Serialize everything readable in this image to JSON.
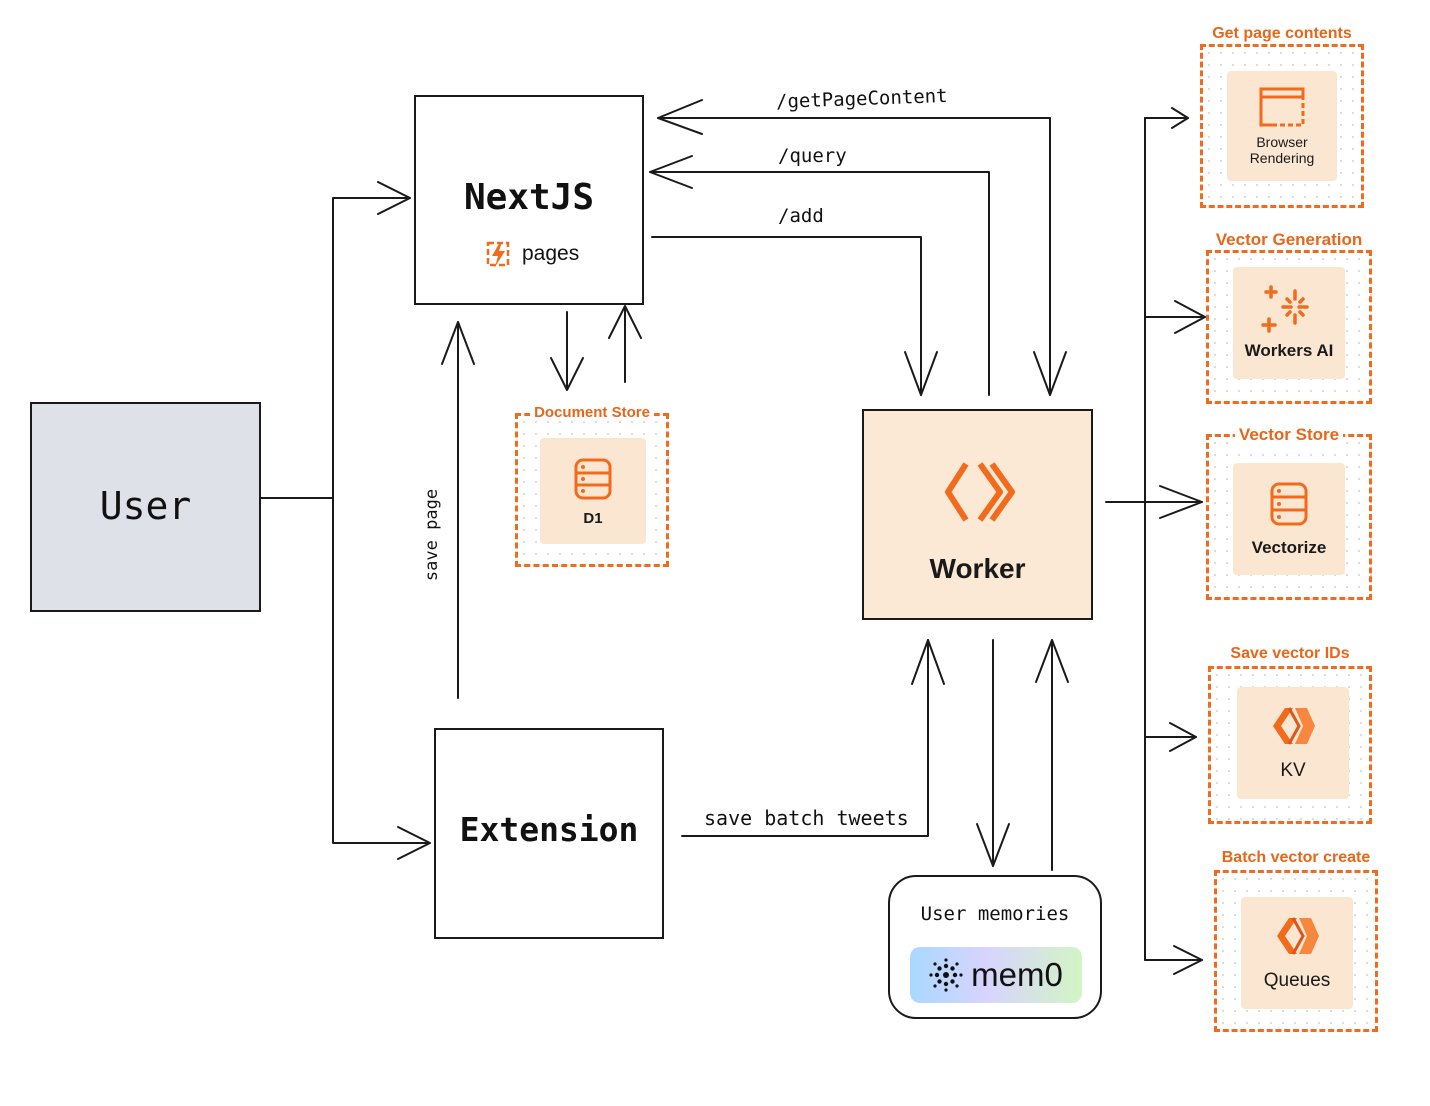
{
  "nodes": {
    "user": "User",
    "nextjs": "NextJS",
    "nextjs_sub": "pages",
    "extension": "Extension",
    "worker": "Worker",
    "memories": "User memories",
    "memories_brand": "mem0"
  },
  "services": {
    "document_store": {
      "title": "Document Store",
      "label": "D1"
    },
    "browser": {
      "title": "Get page contents",
      "label_line1": "Browser",
      "label_line2": "Rendering"
    },
    "vector_gen": {
      "title": "Vector Generation",
      "label": "Workers AI"
    },
    "vector_store": {
      "title": "Vector Store",
      "label": "Vectorize"
    },
    "kv": {
      "title": "Save vector IDs",
      "label": "KV"
    },
    "queues": {
      "title": "Batch vector create",
      "label": "Queues"
    }
  },
  "edges": {
    "get_page_content": "/getPageContent",
    "query": "/query",
    "add": "/add",
    "save_page": "save page",
    "save_batch_tweets": "save batch tweets"
  },
  "colors": {
    "accent": "#f26b1d",
    "tile_bg": "#fbe6d2",
    "user_bg": "#dfe1e8",
    "worker_bg": "#fbe9d6"
  }
}
